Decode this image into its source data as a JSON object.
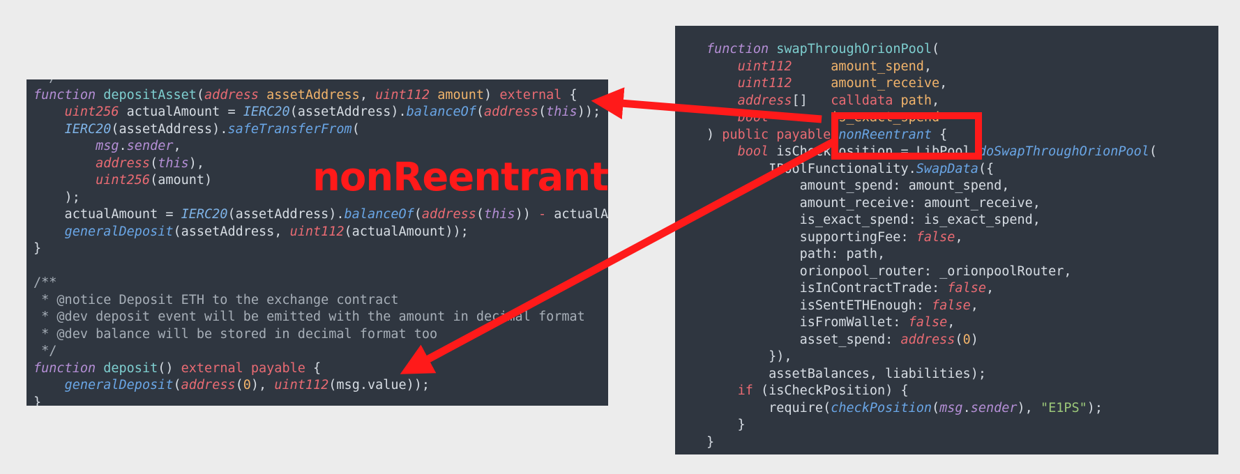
{
  "left_code": {
    "lines": [
      [
        [
          "cm",
          " */"
        ]
      ],
      [
        [
          "kw",
          "function"
        ],
        [
          "g",
          " "
        ],
        [
          "fn",
          "depositAsset"
        ],
        [
          "g",
          "("
        ],
        [
          "ty",
          "address"
        ],
        [
          "g",
          " "
        ],
        [
          "pa",
          "assetAddress"
        ],
        [
          "g",
          ", "
        ],
        [
          "ty",
          "uint112"
        ],
        [
          "g",
          " "
        ],
        [
          "pa",
          "amount"
        ],
        [
          "g",
          ") "
        ],
        [
          "md",
          "external"
        ],
        [
          "g",
          " {"
        ]
      ],
      [
        [
          "g",
          "    "
        ],
        [
          "ty",
          "uint256"
        ],
        [
          "g",
          " actualAmount = "
        ],
        [
          "ib",
          "IERC20"
        ],
        [
          "g",
          "(assetAddress)."
        ],
        [
          "ca",
          "balanceOf"
        ],
        [
          "g",
          "("
        ],
        [
          "ty",
          "address"
        ],
        [
          "g",
          "("
        ],
        [
          "vr",
          "this"
        ],
        [
          "g",
          "));"
        ]
      ],
      [
        [
          "g",
          "    "
        ],
        [
          "ib",
          "IERC20"
        ],
        [
          "g",
          "(assetAddress)."
        ],
        [
          "ca",
          "safeTransferFrom"
        ],
        [
          "g",
          "("
        ]
      ],
      [
        [
          "g",
          "        "
        ],
        [
          "vr",
          "msg"
        ],
        [
          "g",
          "."
        ],
        [
          "vr",
          "sender"
        ],
        [
          "g",
          ","
        ]
      ],
      [
        [
          "g",
          "        "
        ],
        [
          "ty",
          "address"
        ],
        [
          "g",
          "("
        ],
        [
          "vr",
          "this"
        ],
        [
          "g",
          "),"
        ]
      ],
      [
        [
          "g",
          "        "
        ],
        [
          "ty",
          "uint256"
        ],
        [
          "g",
          "(amount)"
        ]
      ],
      [
        [
          "g",
          "    );"
        ]
      ],
      [
        [
          "g",
          "    actualAmount = "
        ],
        [
          "ib",
          "IERC20"
        ],
        [
          "g",
          "(assetAddress)."
        ],
        [
          "ca",
          "balanceOf"
        ],
        [
          "g",
          "("
        ],
        [
          "ty",
          "address"
        ],
        [
          "g",
          "("
        ],
        [
          "vr",
          "this"
        ],
        [
          "g",
          ")) "
        ],
        [
          "md",
          "-"
        ],
        [
          "g",
          " actualAmount;"
        ]
      ],
      [
        [
          "g",
          "    "
        ],
        [
          "ca",
          "generalDeposit"
        ],
        [
          "g",
          "(assetAddress, "
        ],
        [
          "ty",
          "uint112"
        ],
        [
          "g",
          "(actualAmount));"
        ]
      ],
      [
        [
          "g",
          "}"
        ]
      ],
      [
        [
          "g",
          ""
        ]
      ],
      [
        [
          "cm",
          "/**"
        ]
      ],
      [
        [
          "cm",
          " * @notice Deposit ETH to the exchange contract"
        ]
      ],
      [
        [
          "cm",
          " * @dev deposit event will be emitted with the amount in decimal format"
        ]
      ],
      [
        [
          "cm",
          " * @dev balance will be stored in decimal format too"
        ]
      ],
      [
        [
          "cm",
          " */"
        ]
      ],
      [
        [
          "kw",
          "function"
        ],
        [
          "g",
          " "
        ],
        [
          "fn",
          "deposit"
        ],
        [
          "g",
          "() "
        ],
        [
          "md",
          "external"
        ],
        [
          "g",
          " "
        ],
        [
          "md",
          "payable"
        ],
        [
          "g",
          " {"
        ]
      ],
      [
        [
          "g",
          "    "
        ],
        [
          "ca",
          "generalDeposit"
        ],
        [
          "g",
          "("
        ],
        [
          "ty",
          "address"
        ],
        [
          "g",
          "("
        ],
        [
          "nm",
          "0"
        ],
        [
          "g",
          "), "
        ],
        [
          "ty",
          "uint112"
        ],
        [
          "g",
          "(msg.value));"
        ]
      ],
      [
        [
          "g",
          "}"
        ]
      ]
    ]
  },
  "right_code": {
    "lines": [
      [
        [
          "kw",
          "function"
        ],
        [
          "g",
          " "
        ],
        [
          "fn",
          "swapThroughOrionPool"
        ],
        [
          "g",
          "("
        ]
      ],
      [
        [
          "g",
          "    "
        ],
        [
          "ty",
          "uint112"
        ],
        [
          "g",
          "     "
        ],
        [
          "pa",
          "amount_spend"
        ],
        [
          "g",
          ","
        ]
      ],
      [
        [
          "g",
          "    "
        ],
        [
          "ty",
          "uint112"
        ],
        [
          "g",
          "     "
        ],
        [
          "pa",
          "amount_receive"
        ],
        [
          "g",
          ","
        ]
      ],
      [
        [
          "g",
          "    "
        ],
        [
          "ty",
          "address"
        ],
        [
          "g",
          "[]   "
        ],
        [
          "md",
          "calldata"
        ],
        [
          "g",
          " "
        ],
        [
          "pa",
          "path"
        ],
        [
          "g",
          ","
        ]
      ],
      [
        [
          "g",
          "    "
        ],
        [
          "bl",
          "bool"
        ],
        [
          "g",
          "        "
        ],
        [
          "pa",
          "is_exact_spend"
        ]
      ],
      [
        [
          "g",
          ") "
        ],
        [
          "md",
          "public"
        ],
        [
          "g",
          " "
        ],
        [
          "md",
          "payable"
        ],
        [
          "g",
          " "
        ],
        [
          "ca",
          "nonReentrant"
        ],
        [
          "g",
          " {"
        ]
      ],
      [
        [
          "g",
          "    "
        ],
        [
          "bl",
          "bool"
        ],
        [
          "g",
          " isCheckPosition = LibPool."
        ],
        [
          "ca",
          "doSwapThroughOrionPool"
        ],
        [
          "g",
          "("
        ]
      ],
      [
        [
          "g",
          "        IPoolFunctionality."
        ],
        [
          "ca",
          "SwapData"
        ],
        [
          "g",
          "({"
        ]
      ],
      [
        [
          "g",
          "            amount_spend: amount_spend,"
        ]
      ],
      [
        [
          "g",
          "            amount_receive: amount_receive,"
        ]
      ],
      [
        [
          "g",
          "            is_exact_spend: is_exact_spend,"
        ]
      ],
      [
        [
          "g",
          "            supportingFee: "
        ],
        [
          "fl",
          "false"
        ],
        [
          "g",
          ","
        ]
      ],
      [
        [
          "g",
          "            path: path,"
        ]
      ],
      [
        [
          "g",
          "            orionpool_router: _orionpoolRouter,"
        ]
      ],
      [
        [
          "g",
          "            isInContractTrade: "
        ],
        [
          "fl",
          "false"
        ],
        [
          "g",
          ","
        ]
      ],
      [
        [
          "g",
          "            isSentETHEnough: "
        ],
        [
          "fl",
          "false"
        ],
        [
          "g",
          ","
        ]
      ],
      [
        [
          "g",
          "            isFromWallet: "
        ],
        [
          "fl",
          "false"
        ],
        [
          "g",
          ","
        ]
      ],
      [
        [
          "g",
          "            asset_spend: "
        ],
        [
          "ty",
          "address"
        ],
        [
          "g",
          "("
        ],
        [
          "nm",
          "0"
        ],
        [
          "g",
          ")"
        ]
      ],
      [
        [
          "g",
          "        }),"
        ]
      ],
      [
        [
          "g",
          "        assetBalances, liabilities);"
        ]
      ],
      [
        [
          "g",
          "    "
        ],
        [
          "md",
          "if"
        ],
        [
          "g",
          " (isCheckPosition) {"
        ]
      ],
      [
        [
          "g",
          "        require("
        ],
        [
          "ca",
          "checkPosition"
        ],
        [
          "g",
          "("
        ],
        [
          "vr",
          "msg"
        ],
        [
          "g",
          "."
        ],
        [
          "vr",
          "sender"
        ],
        [
          "g",
          "), "
        ],
        [
          "st",
          "\"E1PS\""
        ],
        [
          "g",
          ");"
        ]
      ],
      [
        [
          "g",
          "    }"
        ]
      ],
      [
        [
          "g",
          "}"
        ]
      ]
    ]
  },
  "annotation": {
    "label": "nonReentrant",
    "color": "#ff1a1a"
  }
}
